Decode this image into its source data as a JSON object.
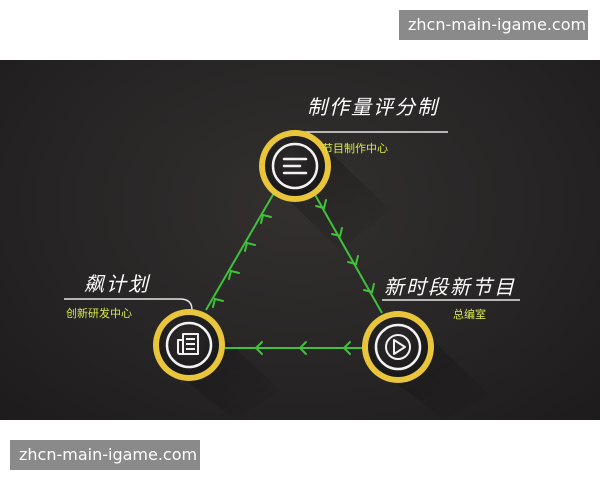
{
  "watermarks": {
    "top": "zhcn-main-igame.com",
    "bottom": "zhcn-main-igame.com"
  },
  "diagram": {
    "nodes": [
      {
        "id": "top",
        "title": "制作量评分制",
        "subtitle": "节目制作中心",
        "icon": "text-lines-icon"
      },
      {
        "id": "left",
        "title": "飙计划",
        "subtitle": "创新研发中心",
        "icon": "document-icon"
      },
      {
        "id": "right",
        "title": "新时段新节目",
        "subtitle": "总编室",
        "icon": "play-icon"
      }
    ],
    "flow": [
      "left→top",
      "top→right",
      "right→left"
    ]
  },
  "colors": {
    "background": "#262424",
    "ring": "#e8c53a",
    "arrow": "#3fc23a",
    "subtitle": "#d9e84a",
    "title": "#ffffff"
  }
}
